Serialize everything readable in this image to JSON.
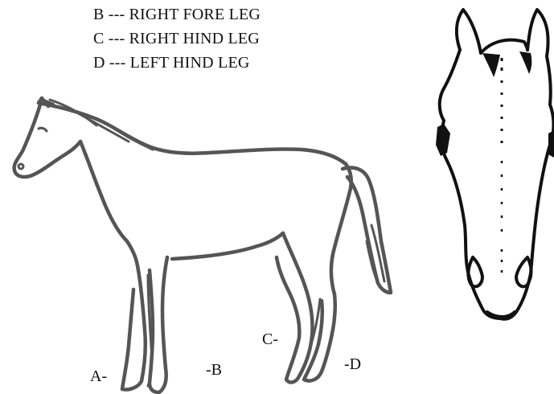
{
  "legend": {
    "line_b": "B --- RIGHT FORE LEG",
    "line_c": "C --- RIGHT HIND LEG",
    "line_d": "D --- LEFT HIND LEG"
  },
  "leg_labels": {
    "a": "A-",
    "b": "-B",
    "c": "C-",
    "d": "-D"
  },
  "colors": {
    "side_view_stroke": "#555555",
    "front_view_stroke": "#111111",
    "background": "#ffffff"
  }
}
